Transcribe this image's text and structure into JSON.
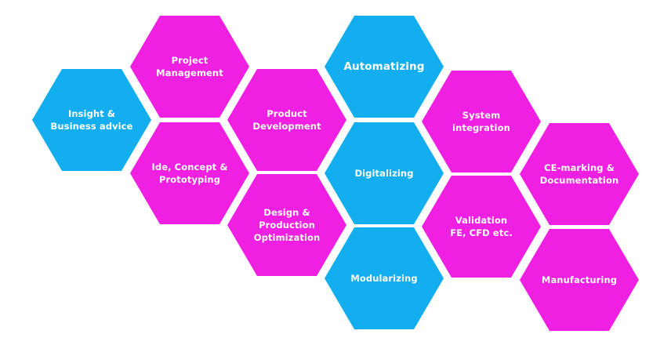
{
  "colors": {
    "magenta": "#f020e2",
    "blue": "#12aef0",
    "text": "#ffffff"
  },
  "hexagons": [
    {
      "id": "insight",
      "label": "Insight &\nBusiness advice",
      "color": "blue"
    },
    {
      "id": "project-management",
      "label": "Project\nManagement",
      "color": "magenta"
    },
    {
      "id": "ide-concept",
      "label": "Ide, Concept &\nPrototyping",
      "color": "magenta"
    },
    {
      "id": "product-development",
      "label": "Product\nDevelopment",
      "color": "magenta"
    },
    {
      "id": "design-production",
      "label": "Design &\nProduction\nOptimization",
      "color": "magenta"
    },
    {
      "id": "automatizing",
      "label": "Automatizing",
      "color": "blue"
    },
    {
      "id": "digitalizing",
      "label": "Digitalizing",
      "color": "blue"
    },
    {
      "id": "modularizing",
      "label": "Modularizing",
      "color": "blue"
    },
    {
      "id": "system-integration",
      "label": "System integration",
      "color": "magenta"
    },
    {
      "id": "validation",
      "label": "Validation\nFE, CFD etc.",
      "color": "magenta"
    },
    {
      "id": "ce-marking",
      "label": "CE-marking &\nDocumentation",
      "color": "magenta"
    },
    {
      "id": "manufacturing",
      "label": "Manufacturing",
      "color": "magenta"
    }
  ]
}
